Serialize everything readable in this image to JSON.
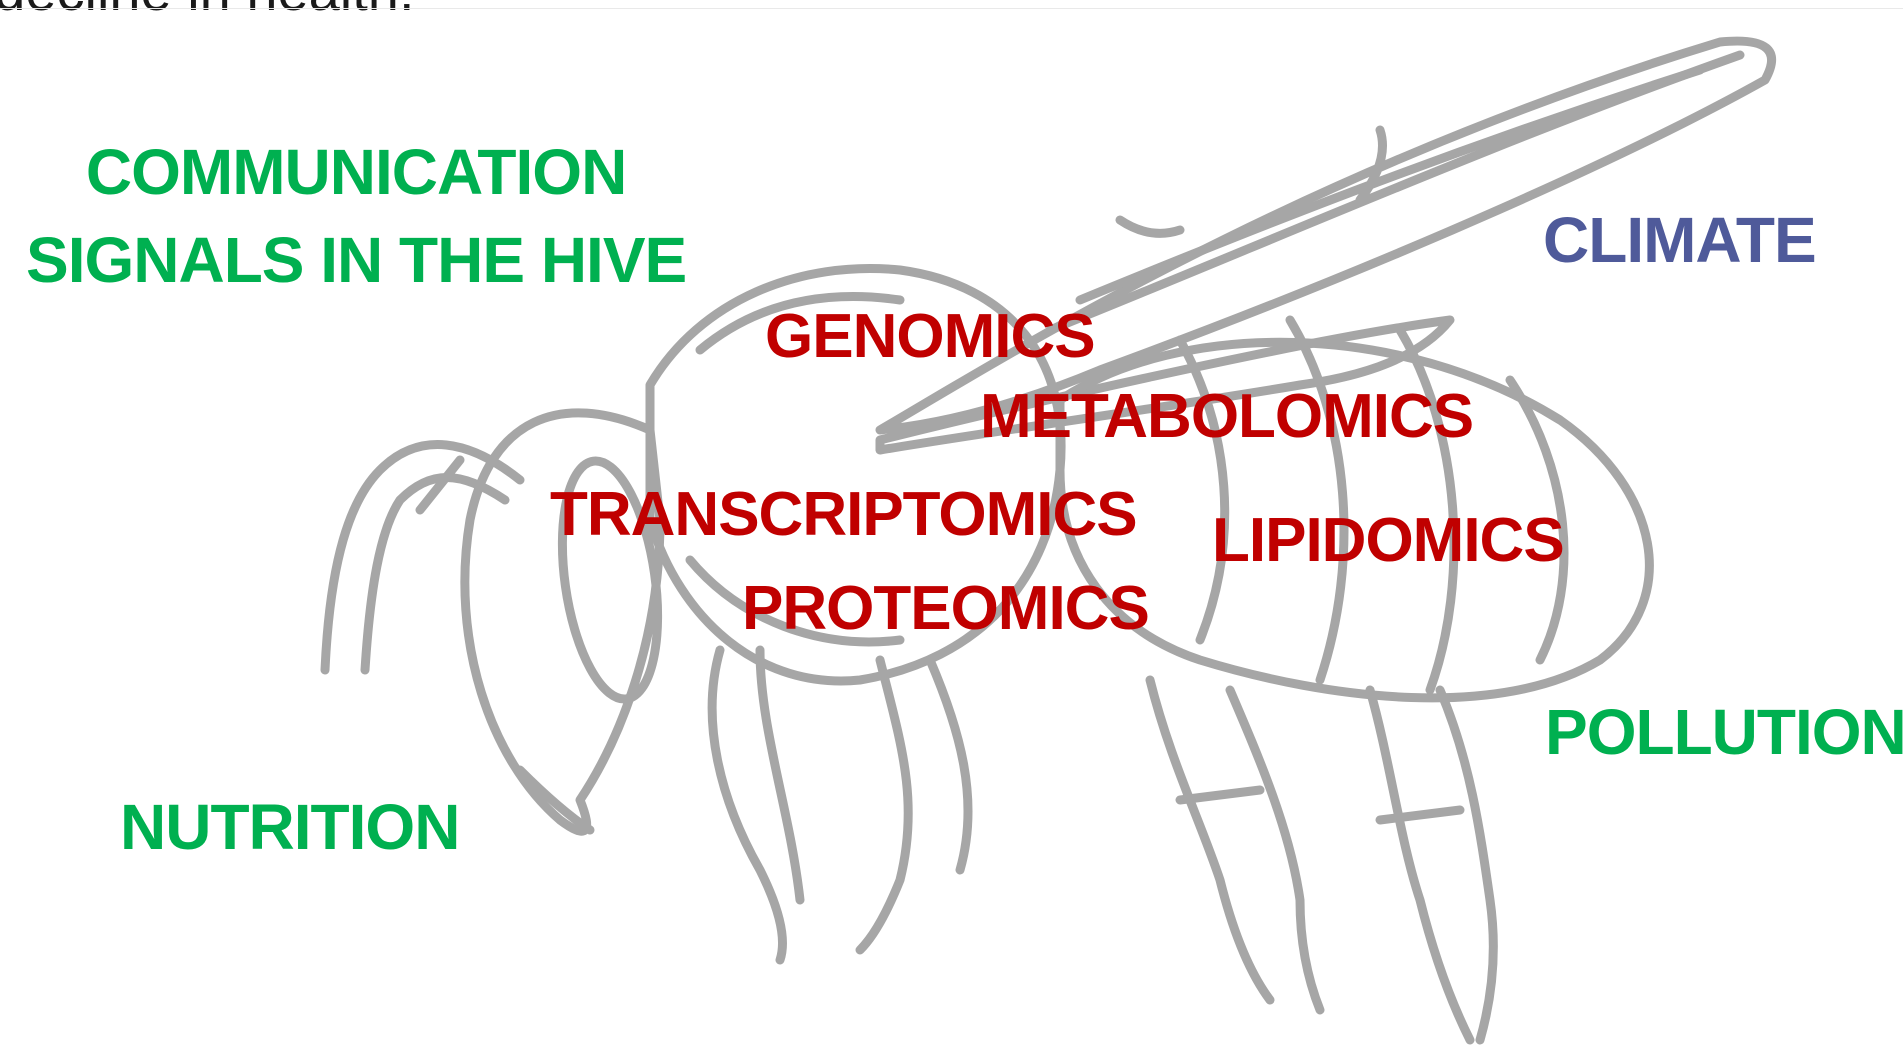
{
  "title_fragment": "r decline in health.",
  "labels": {
    "communication_line1": "COMMUNICATION",
    "communication_line2": "SIGNALS IN THE HIVE",
    "climate": "CLIMATE",
    "nutrition": "NUTRITION",
    "pollution": "POLLUTION",
    "genomics": "GENOMICS",
    "metabolomics": "METABOLOMICS",
    "transcriptomics": "TRANSCRIPTOMICS",
    "lipidomics": "LIPIDOMICS",
    "proteomics": "PROTEOMICS"
  },
  "icon": "bee-outline-illustration",
  "colors": {
    "environmental_factors": "#00b050",
    "omics": "#c00000",
    "climate": "#4f5a9a",
    "bee_outline": "#a6a6a6"
  }
}
